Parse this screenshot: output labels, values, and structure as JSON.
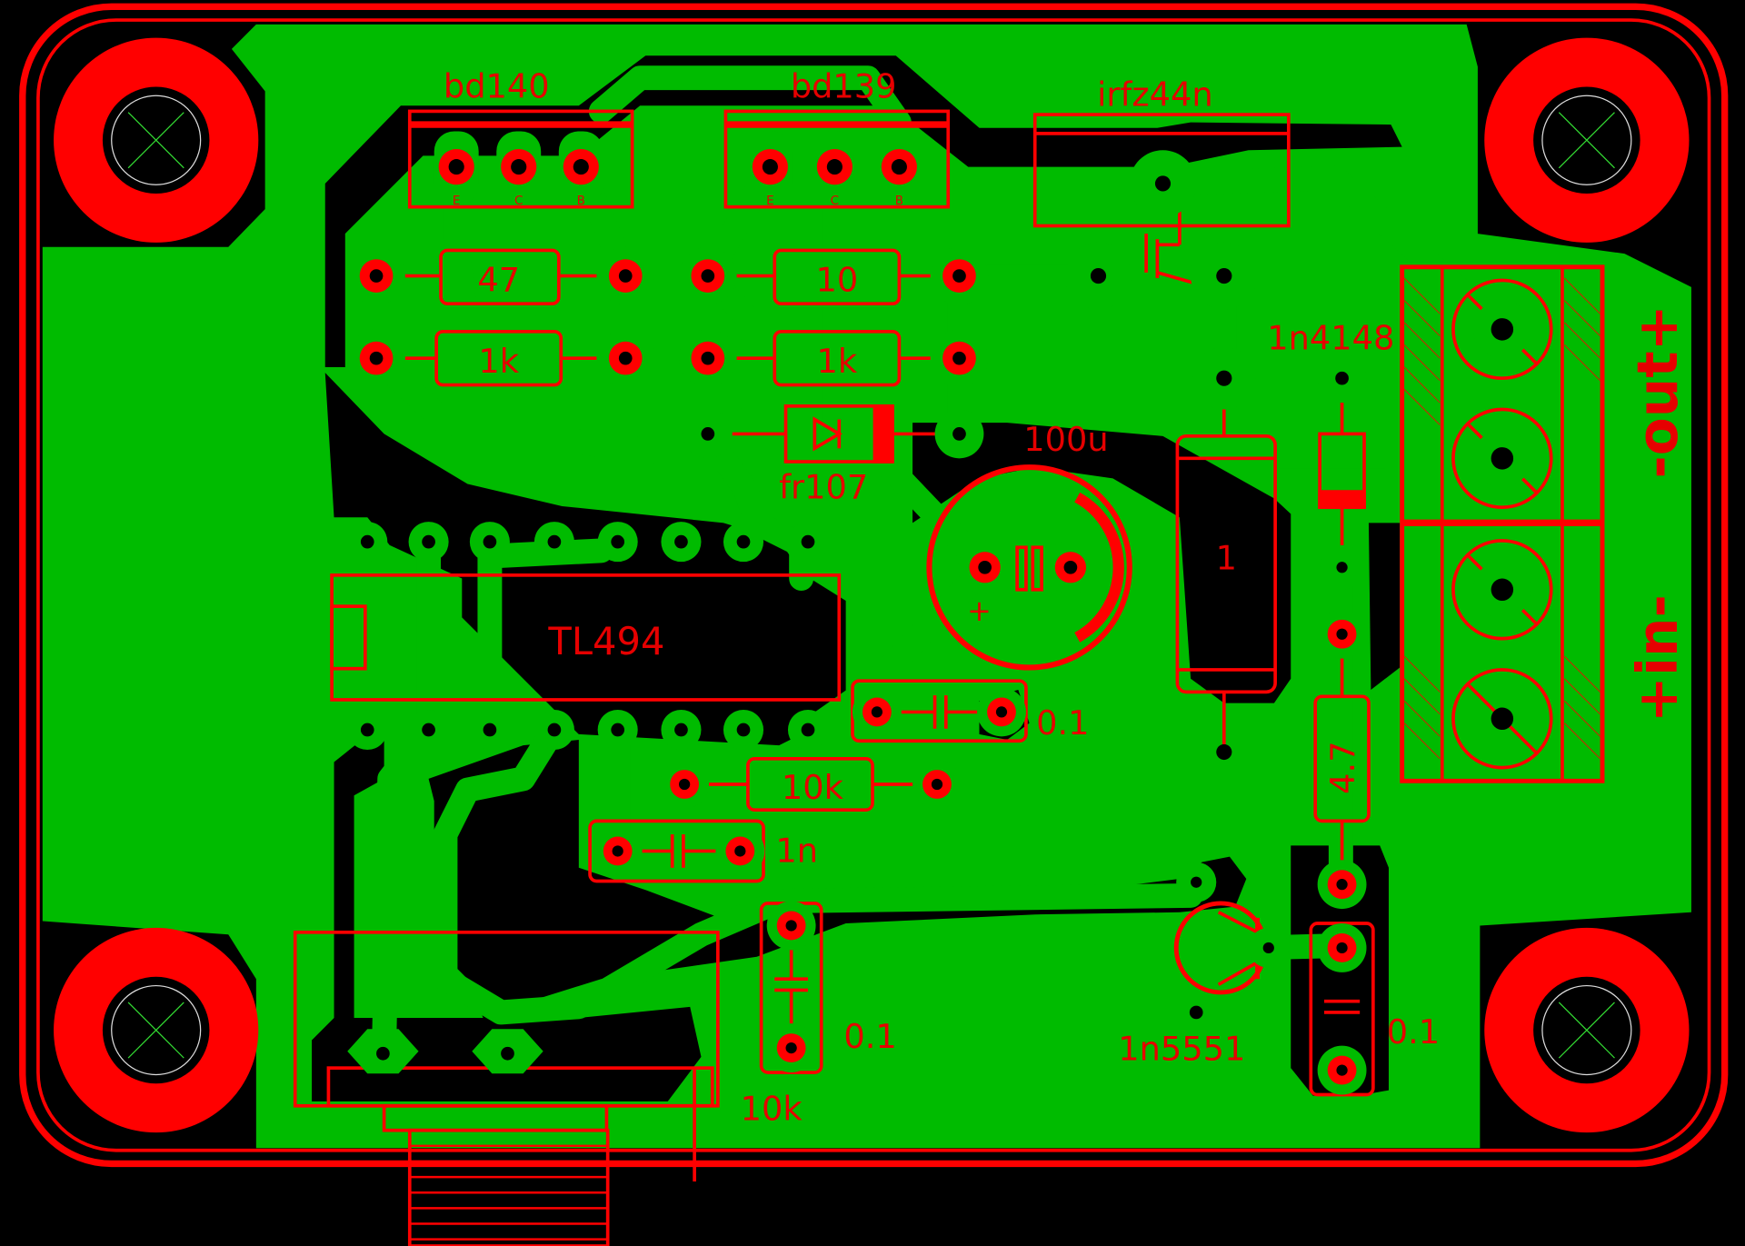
{
  "colors": {
    "background": "#000000",
    "copper": "#00bb00",
    "silk": "#ff0000",
    "drill": "#000000",
    "mark": "#33dd33"
  },
  "parts": {
    "bd140": "bd140",
    "bd139": "bd139",
    "irfz44n": "irfz44n",
    "r47": "47",
    "r10": "10",
    "r1k_a": "1k",
    "r1k_b": "1k",
    "fr107": "fr107",
    "c100u": "100u",
    "tl494": "TL494",
    "c01_a": "0.1",
    "r10k_a": "10k",
    "c1n": "1n",
    "c01_b": "0.1",
    "pot10k": "10k",
    "n1n5551": "1n5551",
    "c01_c": "0.1",
    "n1n4148": "1n4148",
    "r1": "1",
    "r4_7": "4.7",
    "plus": "+"
  },
  "pins": {
    "e": "E",
    "c": "C",
    "b": "B"
  },
  "connector": {
    "out_label": "-out+",
    "in_label": "+in-"
  }
}
